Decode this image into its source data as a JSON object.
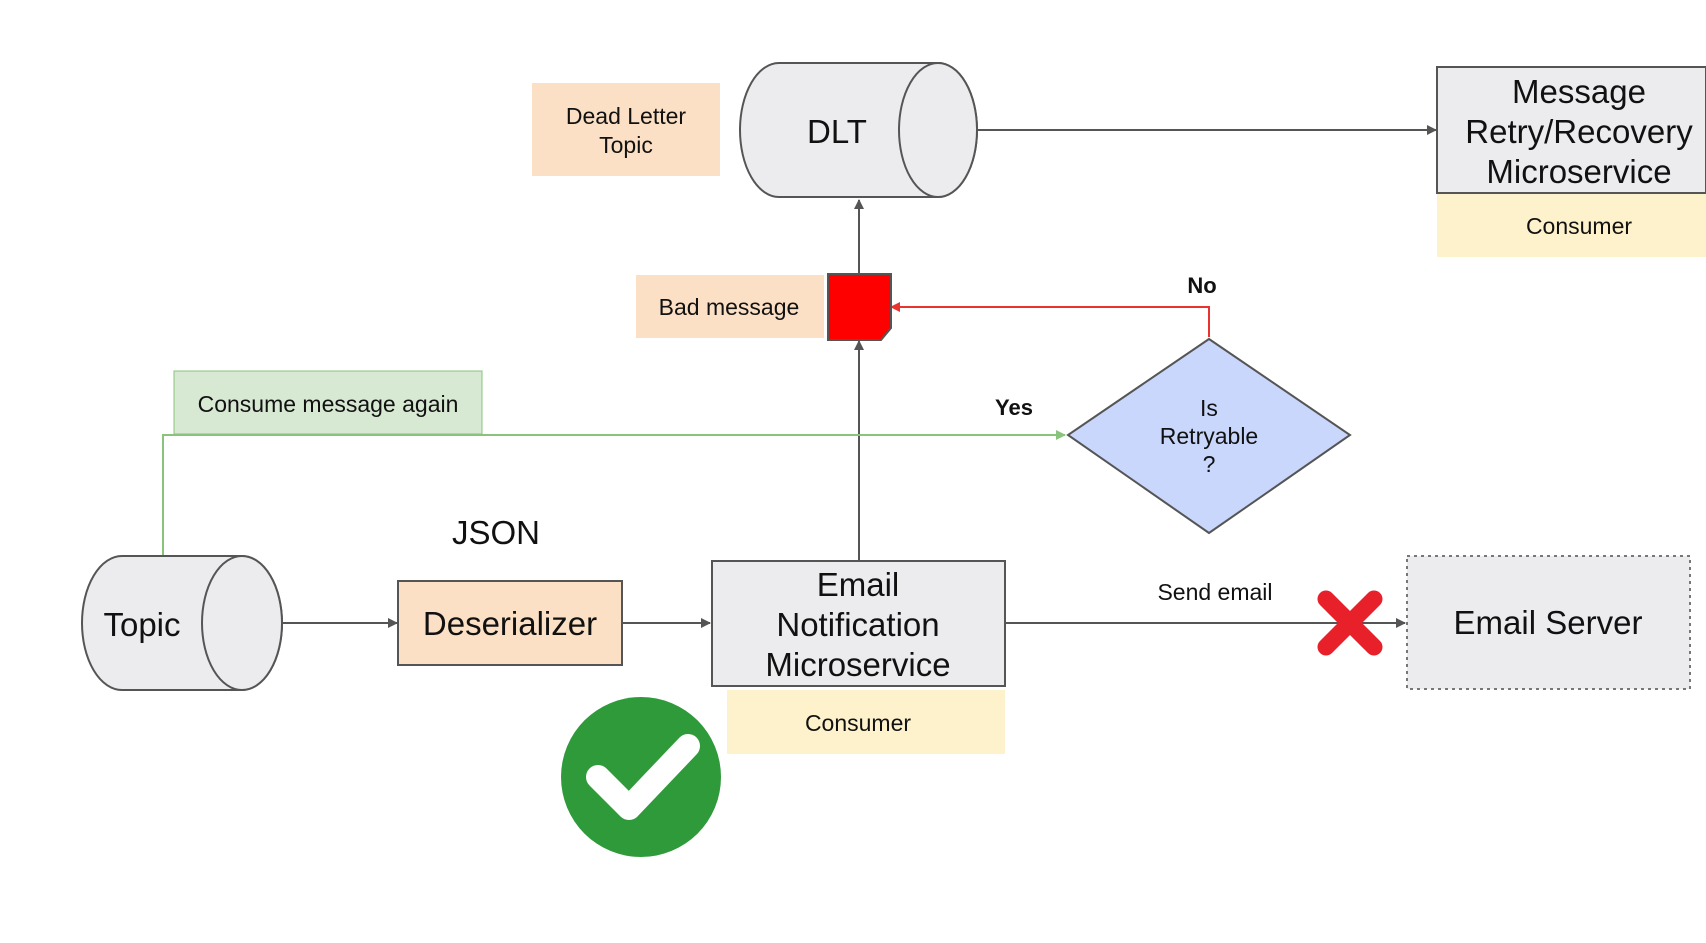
{
  "nodes": {
    "topic": "Topic",
    "dlt": "DLT",
    "dead_letter_topic": [
      "Dead Letter",
      "Topic"
    ],
    "bad_message": "Bad message",
    "deserializer": "Deserializer",
    "json": "JSON",
    "email_notification_service": [
      "Email",
      "Notification",
      "Microservice"
    ],
    "email_consumer": "Consumer",
    "retry_service": [
      "Message",
      "Retry/Recovery",
      "Microservice"
    ],
    "retry_consumer": "Consumer",
    "is_retryable": [
      "Is",
      "Retryable",
      "?"
    ],
    "email_server": "Email Server",
    "consume_again": "Consume message again"
  },
  "edge_labels": {
    "yes": "Yes",
    "no": "No",
    "send_email": "Send email"
  },
  "colors": {
    "orange_box": "#fbe0c6",
    "yellow_box": "#fef2cc",
    "green_box": "#d7e8d3",
    "blue_diamond": "#c8d7fb",
    "cylinder": "#ecebee",
    "service_box": "#ecebee",
    "bad_message": "#ff0000",
    "red_arrow": "#e8332f",
    "green_arrow": "#8ac47c",
    "gray_arrow": "#555555",
    "check_circle": "#2e9a3a",
    "x_mark": "#e8202a"
  },
  "icons": {
    "success": "checkmark-circle-icon",
    "failure": "red-x-icon"
  }
}
